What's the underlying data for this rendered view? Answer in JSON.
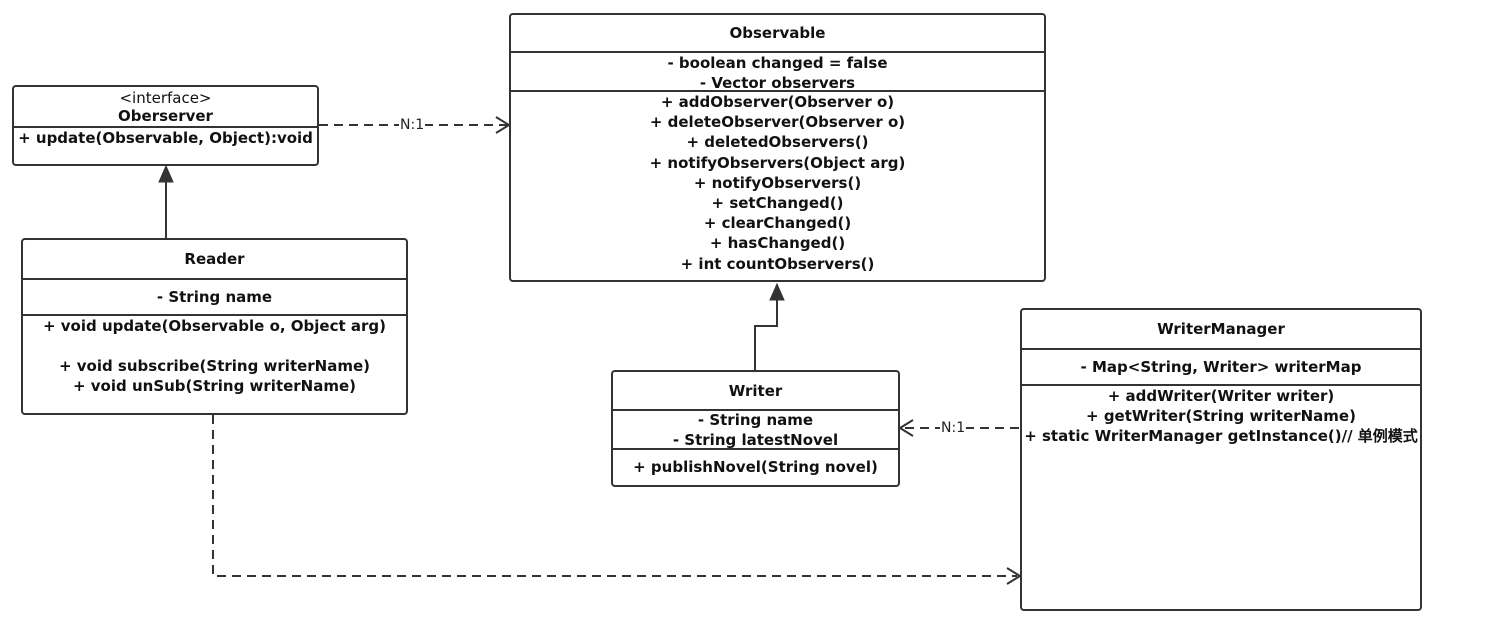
{
  "observer_interface": {
    "stereotype": "<interface>",
    "name": "Oberserver",
    "methods": [
      "+ update(Observable, Object):void"
    ]
  },
  "observable": {
    "name": "Observable",
    "attributes": [
      "- boolean changed = false",
      "- Vector observers"
    ],
    "methods": [
      "+ addObserver(Observer o)",
      "+ deleteObserver(Observer o)",
      "+ deletedObservers()",
      "+ notifyObservers(Object arg)",
      "+ notifyObservers()",
      "+ setChanged()",
      "+ clearChanged()",
      "+ hasChanged()",
      "+ int countObservers()"
    ]
  },
  "reader": {
    "name": "Reader",
    "attributes": [
      "- String name"
    ],
    "methods": [
      "+ void update(Observable o, Object arg)",
      "",
      "+ void subscribe(String writerName)",
      "+ void unSub(String writerName)"
    ]
  },
  "writer": {
    "name": "Writer",
    "attributes": [
      "- String name",
      "- String latestNovel"
    ],
    "methods": [
      "+ publishNovel(String novel)"
    ]
  },
  "writer_manager": {
    "name": "WriterManager",
    "attributes": [
      "- Map<String, Writer> writerMap"
    ],
    "methods": [
      "+ addWriter(Writer writer)",
      "+ getWriter(String writerName)",
      "+ static WriterManager getInstance()// 单例模式"
    ]
  },
  "relations": {
    "observer_to_observable": "N:1",
    "manager_to_writer": "N:1"
  },
  "colors": {
    "line": "#333333",
    "background": "#ffffff",
    "text": "#111111"
  }
}
